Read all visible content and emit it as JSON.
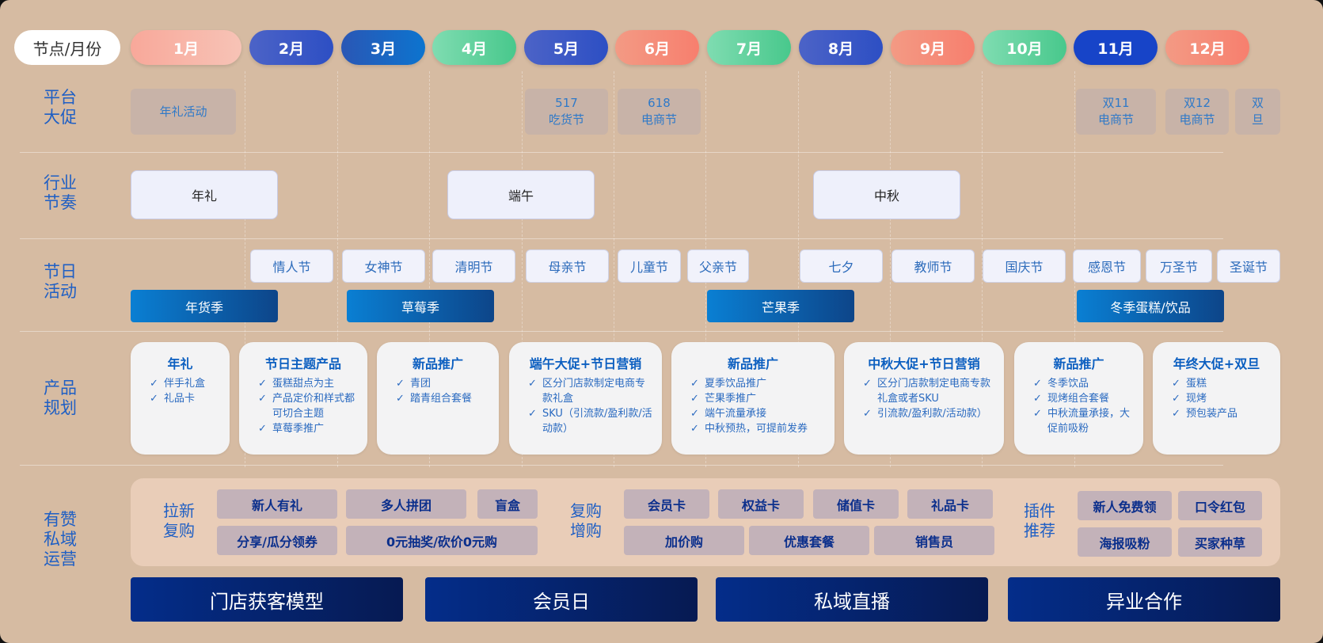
{
  "header": {
    "corner_label": "节点/月份",
    "months": [
      "1月",
      "2月",
      "3月",
      "4月",
      "5月",
      "6月",
      "7月",
      "8月",
      "9月",
      "10月",
      "11月",
      "12月"
    ]
  },
  "row_labels": {
    "platform": "平台\n大促",
    "industry": "行业\n节奏",
    "holiday": "节日\n活动",
    "product": "产品\n规划",
    "ops": "有赞\n私域\n运营"
  },
  "platform_promos": [
    "年礼活动",
    "517\n吃货节",
    "618\n电商节",
    "双11\n电商节",
    "双12\n电商节",
    "双\n旦"
  ],
  "industry_rhythm": [
    "年礼",
    "端午",
    "中秋"
  ],
  "holidays": [
    "情人节",
    "女神节",
    "清明节",
    "母亲节",
    "儿童节",
    "父亲节",
    "七夕",
    "教师节",
    "国庆节",
    "感恩节",
    "万圣节",
    "圣诞节"
  ],
  "seasons": [
    "年货季",
    "草莓季",
    "芒果季",
    "冬季蛋糕/饮品"
  ],
  "product_plans": [
    {
      "title": "年礼",
      "items": [
        "伴手礼盒",
        "礼品卡"
      ]
    },
    {
      "title": "节日主题产品",
      "items": [
        "蛋糕甜点为主",
        "产品定价和样式都可切合主题",
        "草莓季推广"
      ]
    },
    {
      "title": "新品推广",
      "items": [
        "青团",
        "踏青组合套餐"
      ]
    },
    {
      "title": "端午大促+节日营销",
      "items": [
        "区分门店款制定电商专款礼盒",
        "SKU（引流款/盈利款/活动款）"
      ]
    },
    {
      "title": "新品推广",
      "items": [
        "夏季饮品推广",
        "芒果季推广",
        "端午流量承接",
        "中秋预热，可提前发券"
      ]
    },
    {
      "title": "中秋大促+节日营销",
      "items": [
        "区分门店款制定电商专款礼盒或者SKU",
        "引流款/盈利款/活动款）"
      ]
    },
    {
      "title": "新品推广",
      "items": [
        "冬季饮品",
        "现烤组合套餐",
        "中秋流量承接，大促前吸粉"
      ]
    },
    {
      "title": "年终大促+双旦",
      "items": [
        "蛋糕",
        "现烤",
        "预包装产品"
      ]
    }
  ],
  "ops": {
    "group1": {
      "label": "拉新\n复购",
      "buttons": [
        "新人有礼",
        "多人拼团",
        "盲盒",
        "分享/瓜分领券",
        "0元抽奖/砍价0元购"
      ]
    },
    "group2": {
      "label": "复购\n增购",
      "buttons": [
        "会员卡",
        "权益卡",
        "储值卡",
        "礼品卡",
        "加价购",
        "优惠套餐",
        "销售员"
      ]
    },
    "group3": {
      "label": "插件\n推荐",
      "buttons": [
        "新人免费领",
        "口令红包",
        "海报吸粉",
        "买家种草"
      ]
    }
  },
  "bottom_bars": [
    "门店获客模型",
    "会员日",
    "私域直播",
    "异业合作"
  ],
  "colors": {
    "background": "#d6bba2",
    "label_blue": "#1f5fc4",
    "navy": "#042d8a"
  }
}
